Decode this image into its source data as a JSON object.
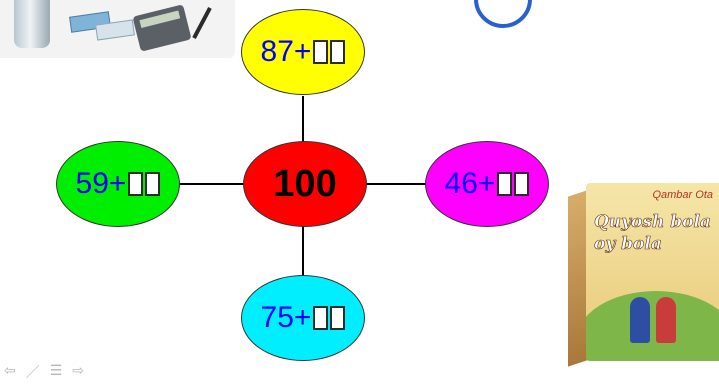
{
  "center": {
    "value": "100",
    "color": "#ff0000"
  },
  "problems": [
    {
      "expr": "87+",
      "color": "#ffff00",
      "text_color": "#0000ff"
    },
    {
      "expr": "59+",
      "color": "#00ee00",
      "text_color": "#0000ff"
    },
    {
      "expr": "46+",
      "color": "#ff00ff",
      "text_color": "#0000ff"
    },
    {
      "expr": "75+",
      "color": "#00eeff",
      "text_color": "#0000ff"
    }
  ],
  "book": {
    "author": "Qambar Ota",
    "title_line1": "Quyosh bola",
    "title_line2": "oy bola"
  },
  "nav": {
    "icons": [
      "left-arrow-icon",
      "pen-icon",
      "menu-icon",
      "right-arrow-icon"
    ],
    "glyphs": [
      "⇦",
      "／",
      "☰",
      "⇨"
    ]
  }
}
